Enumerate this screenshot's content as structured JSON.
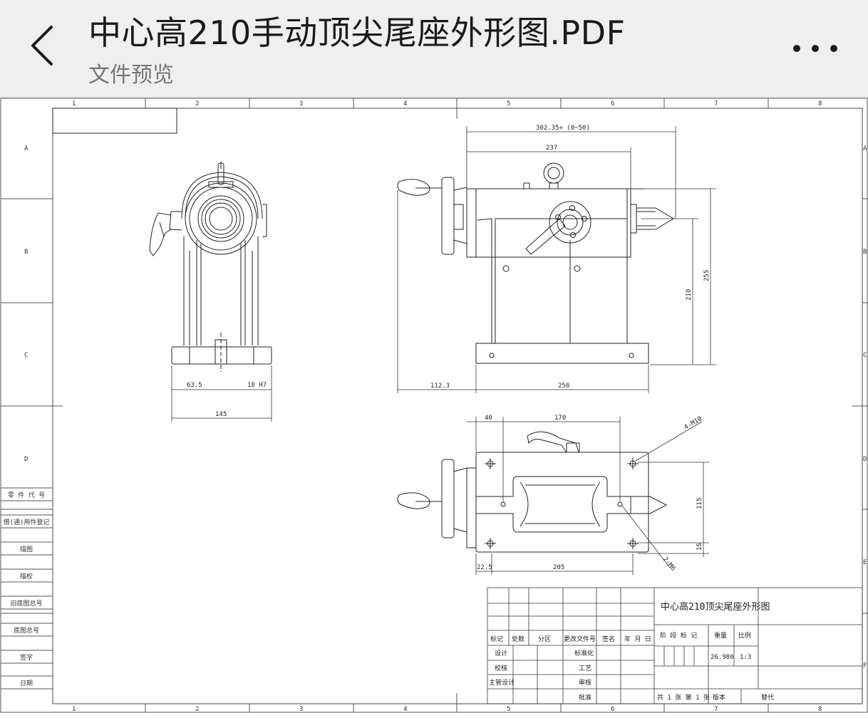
{
  "header": {
    "title": "中心高210手动顶尖尾座外形图.PDF",
    "subtitle": "文件预览",
    "back_icon": "chevron-left-icon",
    "more_icon": "more-horizontal-icon"
  },
  "drawing": {
    "col_labels": [
      "1",
      "2",
      "3",
      "4",
      "5",
      "6",
      "7",
      "8"
    ],
    "row_labels": [
      "A",
      "B",
      "C",
      "D",
      "E",
      "F"
    ],
    "side_labels": [
      "零 件 代 号",
      "借(通)用件登记",
      "描图",
      "描校",
      "旧底图总号",
      "底图总号",
      "签字",
      "日期"
    ],
    "dimensions": {
      "d302": "302.35+ (0~50)",
      "d237": "237",
      "d255": "255",
      "d210": "210",
      "d112": "112.3",
      "d250": "250",
      "d63": "63.5",
      "d18": "18 H7",
      "d145": "145",
      "d40": "40",
      "d170": "170",
      "d4m10": "4-M10",
      "d115": "115",
      "d15": "15",
      "d2m6": "2-M6",
      "d22": "22.5",
      "d205": "205"
    },
    "title_block": {
      "drawing_name": "中心高210顶尖尾座外形图",
      "h_mark": "标记",
      "h_count": "处数",
      "h_zone": "分区",
      "h_doc": "更改文件号",
      "h_sign": "签名",
      "h_date": "年 月 日",
      "h_stage": "阶 段 标 记",
      "h_weight": "重量",
      "h_scale": "比例",
      "weight": "26.980",
      "scale": "1:3",
      "r_design": "设计",
      "r_std": "标准化",
      "r_check": "校核",
      "r_process": "工艺",
      "r_chief": "主管设计",
      "r_review": "审核",
      "r_approve": "批准",
      "sheets": "共 1 张  第 1 张",
      "version": "版本",
      "replace": "替代"
    }
  }
}
